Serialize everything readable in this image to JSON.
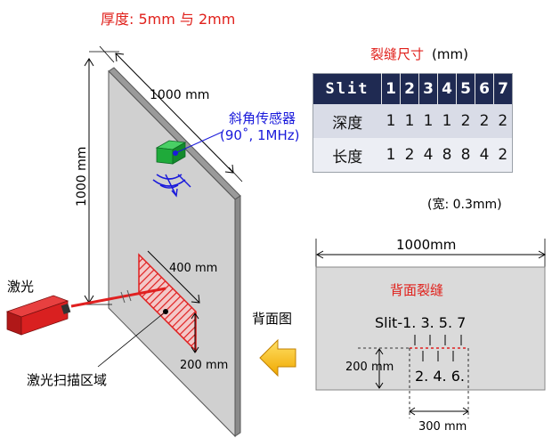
{
  "top_title": "厚度: 5mm 与 2mm",
  "plate": {
    "width_label": "1000 mm",
    "height_label": "1000 mm"
  },
  "sensor": {
    "name": "斜角传感器",
    "spec": "(90˚, 1MHz)"
  },
  "laser": {
    "label": "激光",
    "scan_area_label": "激光扫描区域",
    "scan_width": "400 mm",
    "scan_height": "200 mm"
  },
  "slit_table": {
    "title": "裂缝尺寸",
    "unit": "(mm)",
    "header_label": "Slit",
    "slits": [
      "1",
      "2",
      "3",
      "4",
      "5",
      "6",
      "7"
    ],
    "rows": [
      {
        "label": "深度",
        "values": [
          "1",
          "1",
          "1",
          "1",
          "2",
          "2",
          "2"
        ]
      },
      {
        "label": "长度",
        "values": [
          "1",
          "2",
          "4",
          "8",
          "8",
          "4",
          "2"
        ]
      }
    ],
    "width_note": "(宽: 0.3mm)"
  },
  "back_view": {
    "arrow_label": "背面图",
    "width_label": "1000mm",
    "title": "背面裂缝",
    "odd_slits": "Slit-1. 3. 5. 7",
    "even_slits": "2. 4. 6.",
    "height_label": "200 mm",
    "span_label": "300 mm"
  },
  "colors": {
    "title_red": "#e0201b",
    "sensor_blue": "#1a1adb",
    "plate_gray": "#d0d0d0",
    "back_gray": "#dadada",
    "table_header": "#1f2a52",
    "arrow_yellow": "#ffc000",
    "laser_red": "#d92020",
    "sensor_green": "#1faa3a"
  }
}
